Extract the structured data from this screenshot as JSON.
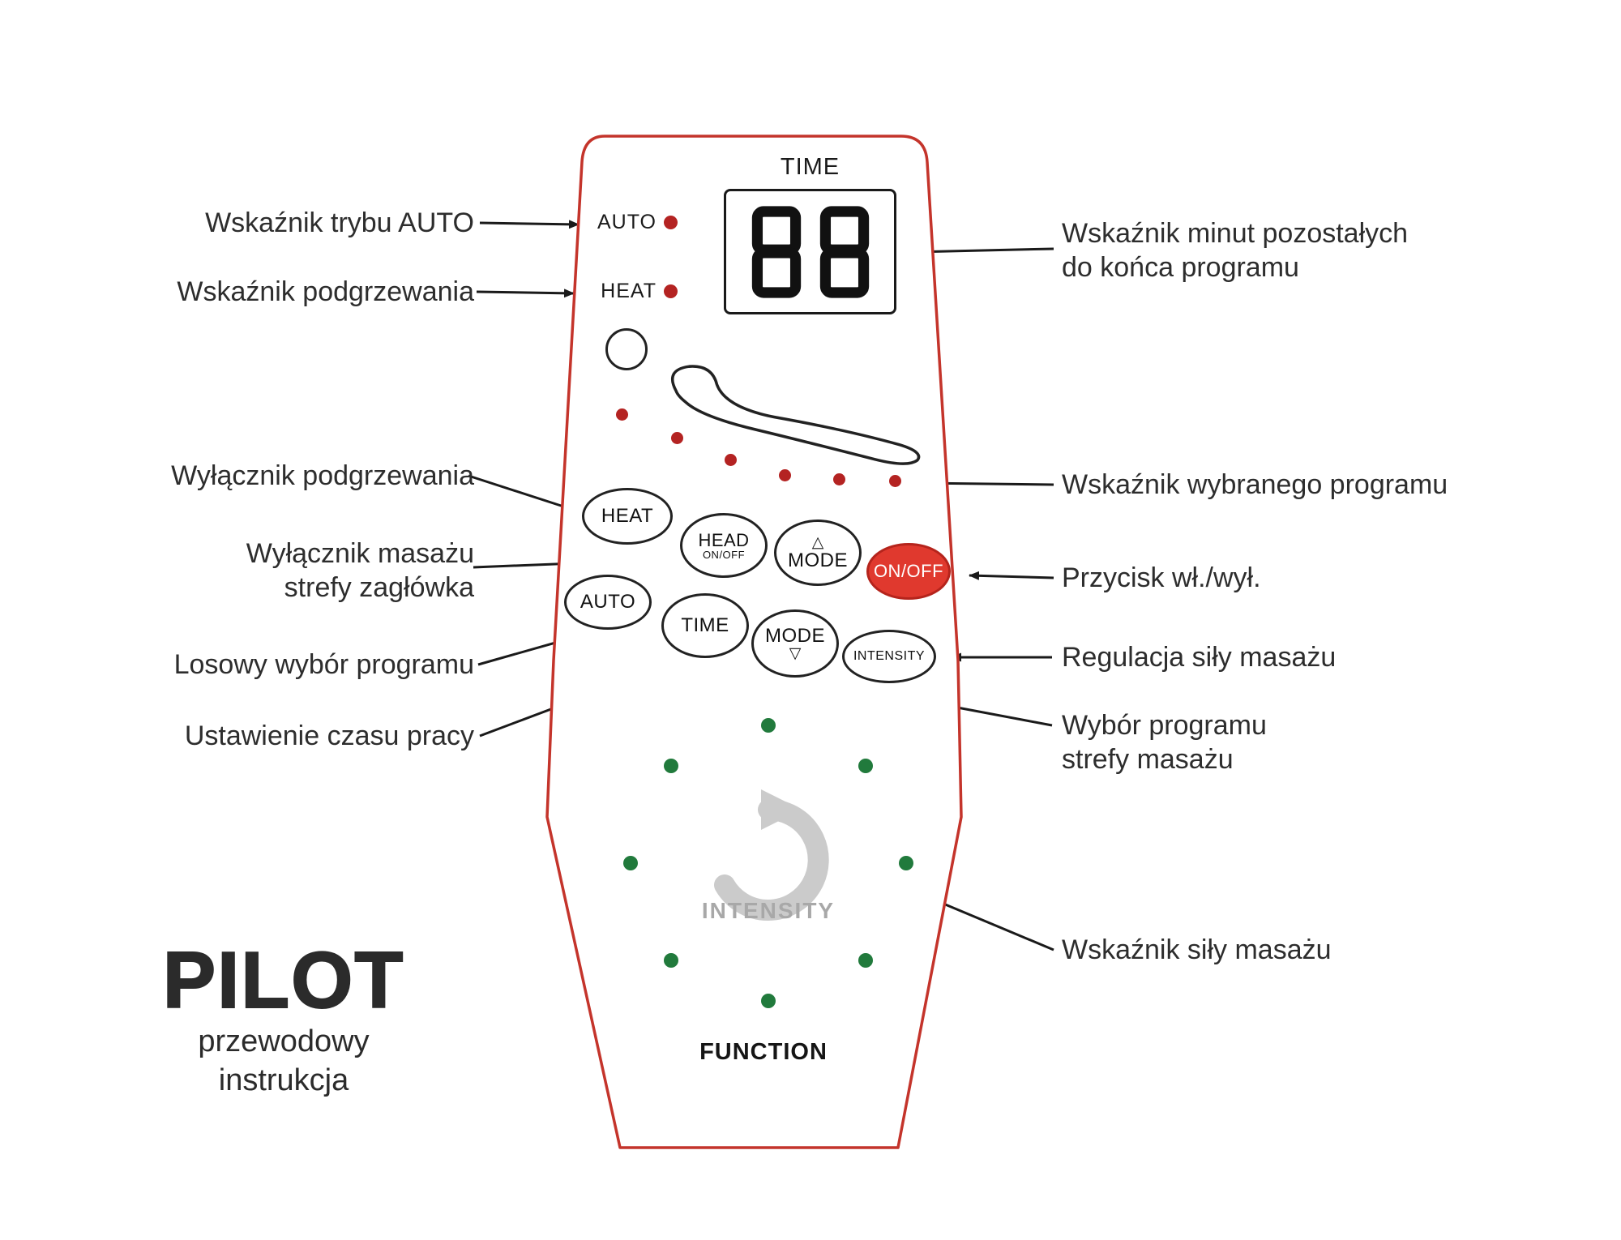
{
  "colors": {
    "remote_outline": "#c4342b",
    "indicator_red": "#b42322",
    "indicator_green": "#217a3c",
    "onoff_button_fill": "#e0392e",
    "swirl_gray": "#cbcbcb",
    "text": "#2d2d2d"
  },
  "title_block": {
    "title": "PILOT",
    "subtitle_line1": "przewodowy",
    "subtitle_line2": "instrukcja"
  },
  "remote": {
    "display_label": "TIME",
    "display_value": "88",
    "auto_indicator_label": "AUTO",
    "heat_indicator_label": "HEAT",
    "buttons": {
      "heat": "HEAT",
      "head_line1": "HEAD",
      "head_line2": "ON/OFF",
      "mode_up_symbol": "△",
      "mode_up_label": "MODE",
      "onoff": "ON/OFF",
      "auto": "AUTO",
      "time": "TIME",
      "mode_down_label": "MODE",
      "mode_down_symbol": "▽",
      "intensity": "INTENSITY"
    },
    "intensity_icon_label": "INTENSITY",
    "function_label": "FUNCTION",
    "program_indicator_dots": 6,
    "intensity_indicator_dots": 8
  },
  "labels_left": [
    {
      "lines": [
        "Wskaźnik trybu AUTO"
      ]
    },
    {
      "lines": [
        "Wskaźnik podgrzewania"
      ]
    },
    {
      "lines": [
        "Wyłącznik podgrzewania"
      ]
    },
    {
      "lines": [
        "Wyłącznik masażu",
        "strefy zagłówka"
      ]
    },
    {
      "lines": [
        "Losowy wybór programu"
      ]
    },
    {
      "lines": [
        "Ustawienie czasu pracy"
      ]
    }
  ],
  "labels_right": [
    {
      "lines": [
        "Wskaźnik minut pozostałych",
        "do końca programu"
      ]
    },
    {
      "lines": [
        "Wskaźnik wybranego programu"
      ]
    },
    {
      "lines": [
        "Przycisk wł./wył."
      ]
    },
    {
      "lines": [
        "Regulacja siły masażu"
      ]
    },
    {
      "lines": [
        "Wybór programu",
        "strefy masażu"
      ]
    },
    {
      "lines": [
        "Wskaźnik siły masażu"
      ]
    }
  ]
}
